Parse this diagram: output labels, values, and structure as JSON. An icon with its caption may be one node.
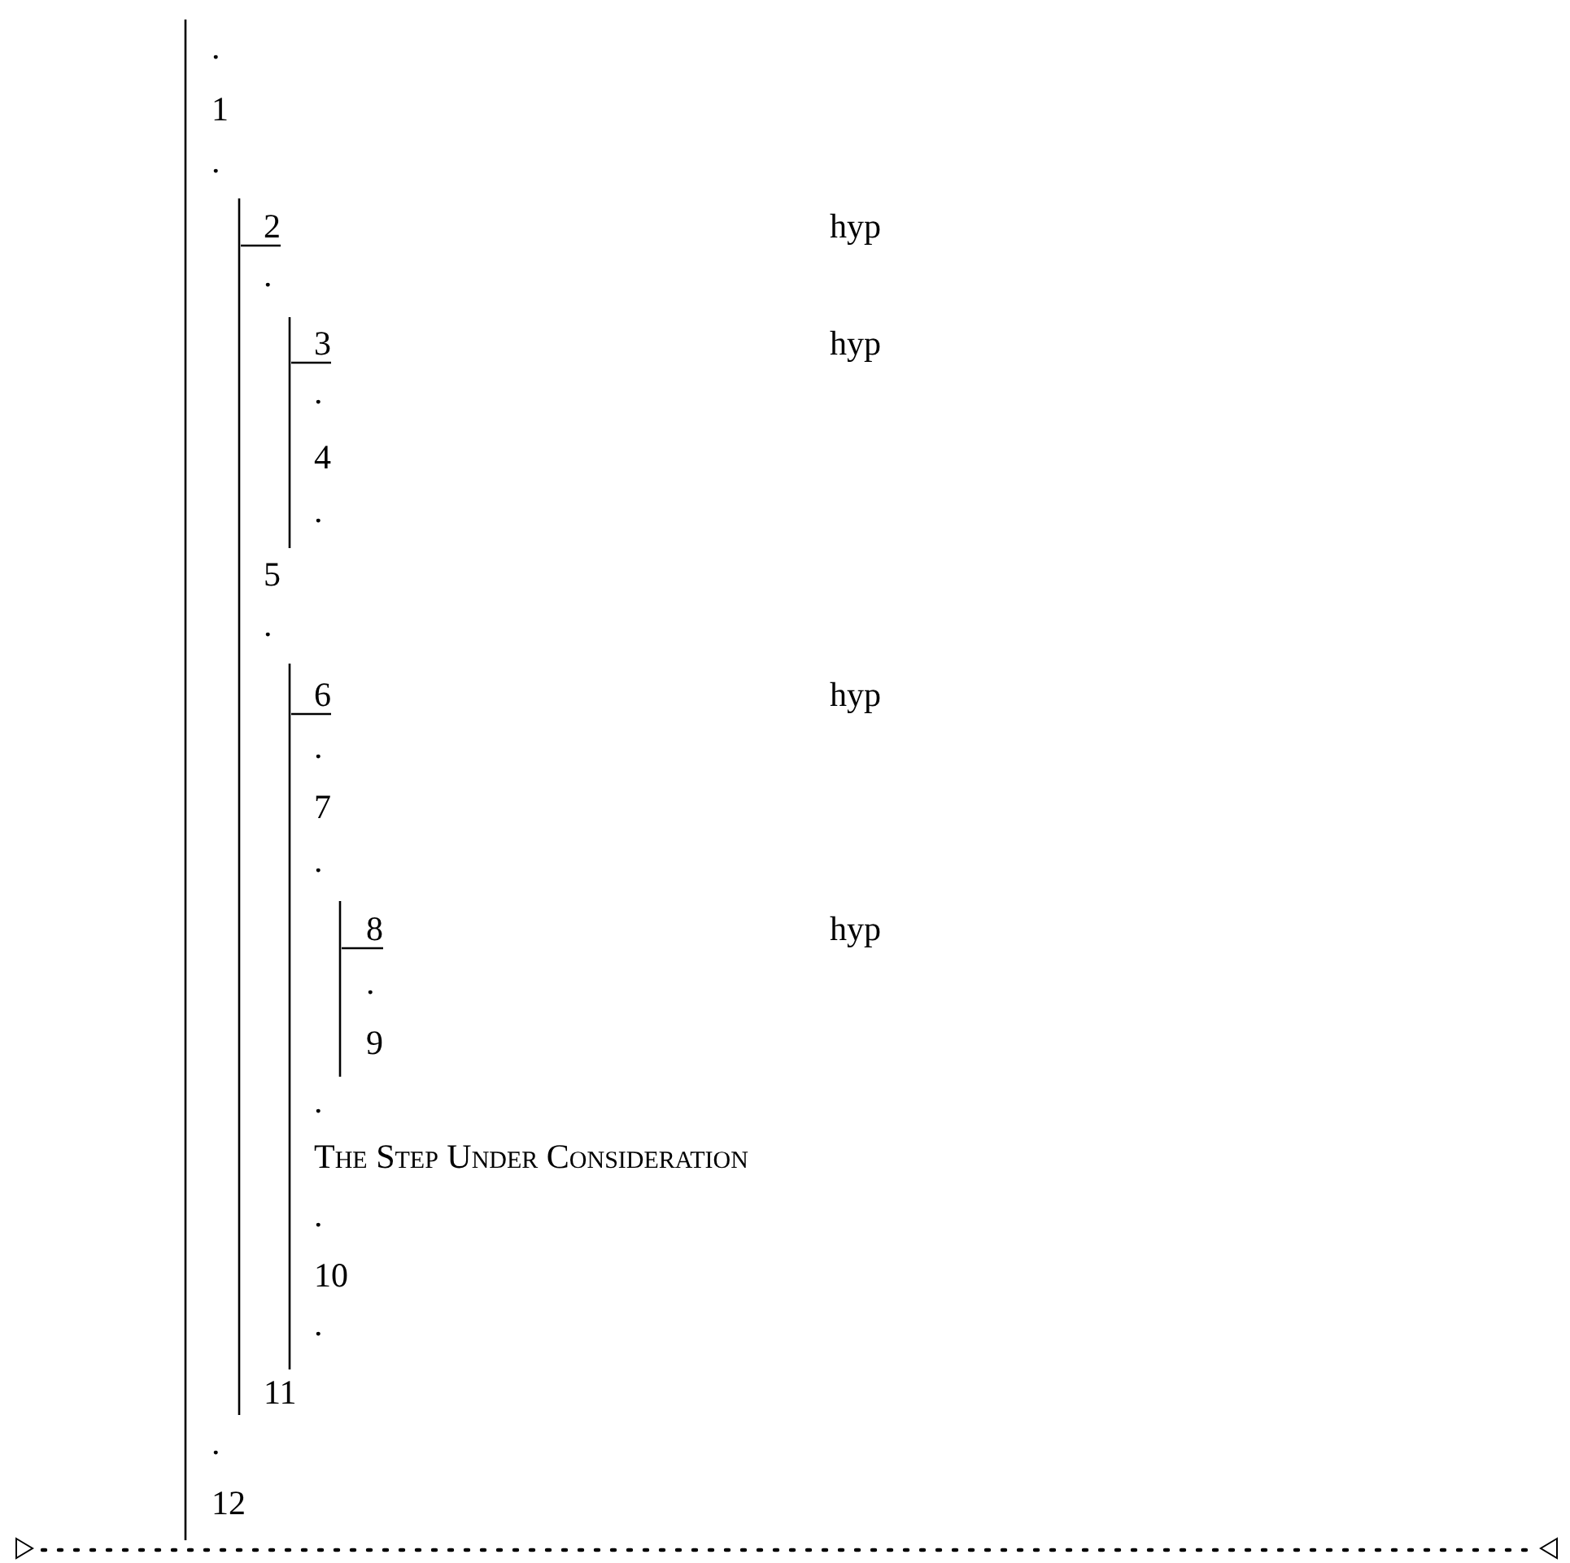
{
  "diagram": {
    "labels": [
      ".",
      "1",
      ".",
      "2",
      "hyp",
      ".",
      "3",
      "hyp",
      ".",
      "4",
      ".",
      "5",
      ".",
      "6",
      "hyp",
      ".",
      "7",
      ".",
      "8",
      "hyp",
      ".",
      "9",
      ".",
      "The Step Under Consideration",
      ".",
      "10",
      ".",
      "11",
      ".",
      "12"
    ]
  }
}
